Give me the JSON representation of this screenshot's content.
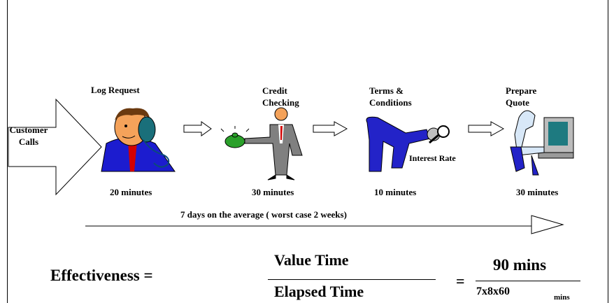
{
  "steps": [
    {
      "title": "Log Request",
      "duration": "20 minutes",
      "icon": "man-on-phone-icon"
    },
    {
      "title": "Credit\nChecking",
      "duration": "30 minutes",
      "icon": "man-with-money-bag-icon"
    },
    {
      "title": "Terms &\nConditions",
      "duration": "10 minutes",
      "icon": "man-with-magnifier-icon"
    },
    {
      "title": "Prepare\nQuote",
      "duration": "30 minutes",
      "icon": "man-at-computer-icon"
    }
  ],
  "start_label": "Customer\nCalls",
  "interest_label": "Interest Rate",
  "timeline_label": "7 days on the average ( worst case 2 weeks)",
  "formula": {
    "lhs": "Effectiveness =",
    "numerator": "Value Time",
    "denominator": "Elapsed Time",
    "equals": "=",
    "result_numerator": "90 mins",
    "result_denominator": "7x8x60",
    "result_denominator_unit": "mins"
  }
}
